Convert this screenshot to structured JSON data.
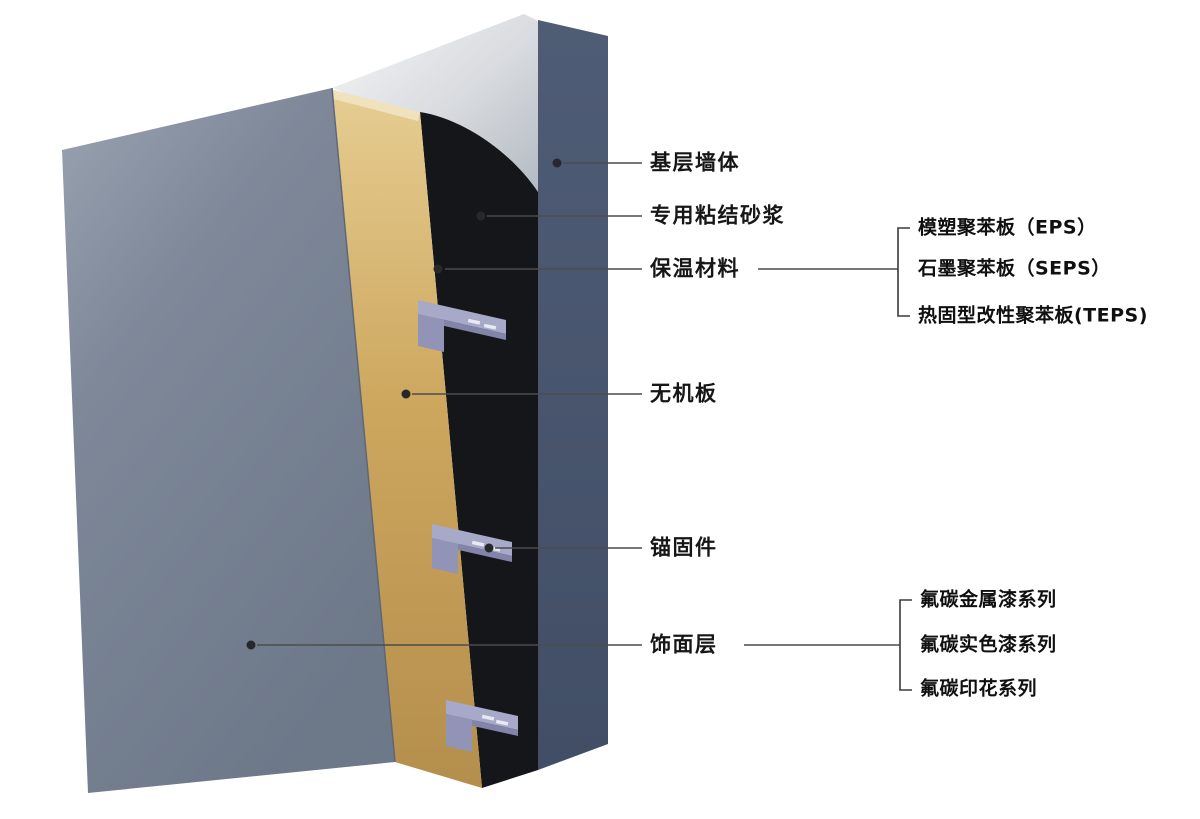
{
  "diagram": {
    "type": "wall-insulation-system-cutaway",
    "callouts": {
      "base_wall": "基层墙体",
      "bonding_mortar": "专用粘结砂浆",
      "insulation": "保温材料",
      "inorganic_board": "无机板",
      "anchor": "锚固件",
      "finish": "饰面层"
    },
    "insulation_types": [
      "模塑聚苯板（EPS）",
      "石墨聚苯板（SEPS）",
      "热固型改性聚苯板(TEPS)"
    ],
    "finish_series": [
      "氟碳金属漆系列",
      "氟碳实色漆系列",
      "氟碳印花系列"
    ],
    "colors": {
      "front_panel": "#7b8699",
      "insulation_board": "#cfa963",
      "cavity_layer": "#17181d",
      "base_wall": "#46536a",
      "top_surface": "#d7dadf",
      "anchor_bracket": "#9ea2c2",
      "leader_line": "#4a4a4a"
    }
  }
}
